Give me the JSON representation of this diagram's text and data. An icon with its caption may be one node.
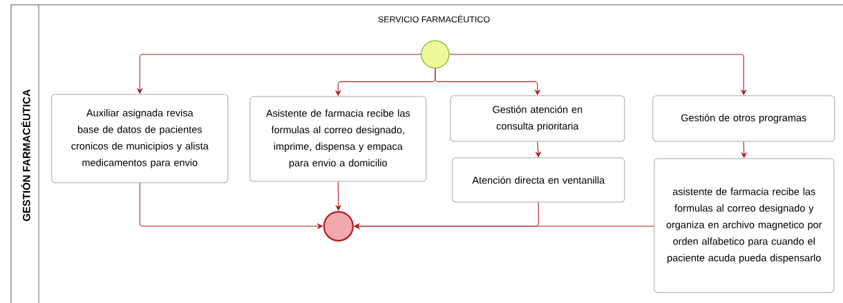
{
  "diagram": {
    "title": "SERVICIO FARMACÉUTICO",
    "nodes": [
      {
        "text": [
          "GESTIÓN FARMACÉUTICA"
        ]
      },
      {
        "text": [],
        "shape": "circle",
        "in": 0
      },
      {
        "text": [
          "Auxiliar asignada revisa base de datos de pacientes cronicos de municipios y alista medicamentos para envio"
        ],
        "in": 0
      },
      {
        "text": [
          "Asistente de farmacia recibe las formulas al correo designado, imprime, dispensa y empaca para envio a domicilio"
        ],
        "in": 0
      },
      {
        "text": [
          "Gestión atención en consulta prioritaria"
        ],
        "in": 0
      },
      {
        "text": [
          "Gestión de otros programas"
        ],
        "in": 0
      },
      {
        "text": [
          "Atención directa en ventanilla"
        ],
        "in": 0
      },
      {
        "text": [
          "asistente de farmacia recibe las formulas al correo designado y organiza en archivo magnetico por orden alfabetico para cuando el paciente acuda pueda dispensarlo"
        ],
        "in": 0
      },
      {
        "text": [],
        "shape": "circle",
        "in": 0
      }
    ],
    "edges": [
      {
        "from": 1,
        "to": 2,
        "arrow": "to"
      },
      {
        "from": 1,
        "to": 3,
        "arrow": "to"
      },
      {
        "from": 1,
        "to": 4,
        "arrow": "to"
      },
      {
        "from": 1,
        "to": 5,
        "arrow": "to"
      },
      {
        "from": 4,
        "to": 6,
        "arrow": "to"
      },
      {
        "from": 5,
        "to": 7,
        "arrow": "to"
      },
      {
        "from": 2,
        "to": 8,
        "arrow": "to"
      },
      {
        "from": 3,
        "to": 8,
        "arrow": "to"
      },
      {
        "from": 6,
        "to": 8,
        "arrow": "to"
      },
      {
        "from": 7,
        "to": 8,
        "arrow": "to"
      }
    ]
  }
}
